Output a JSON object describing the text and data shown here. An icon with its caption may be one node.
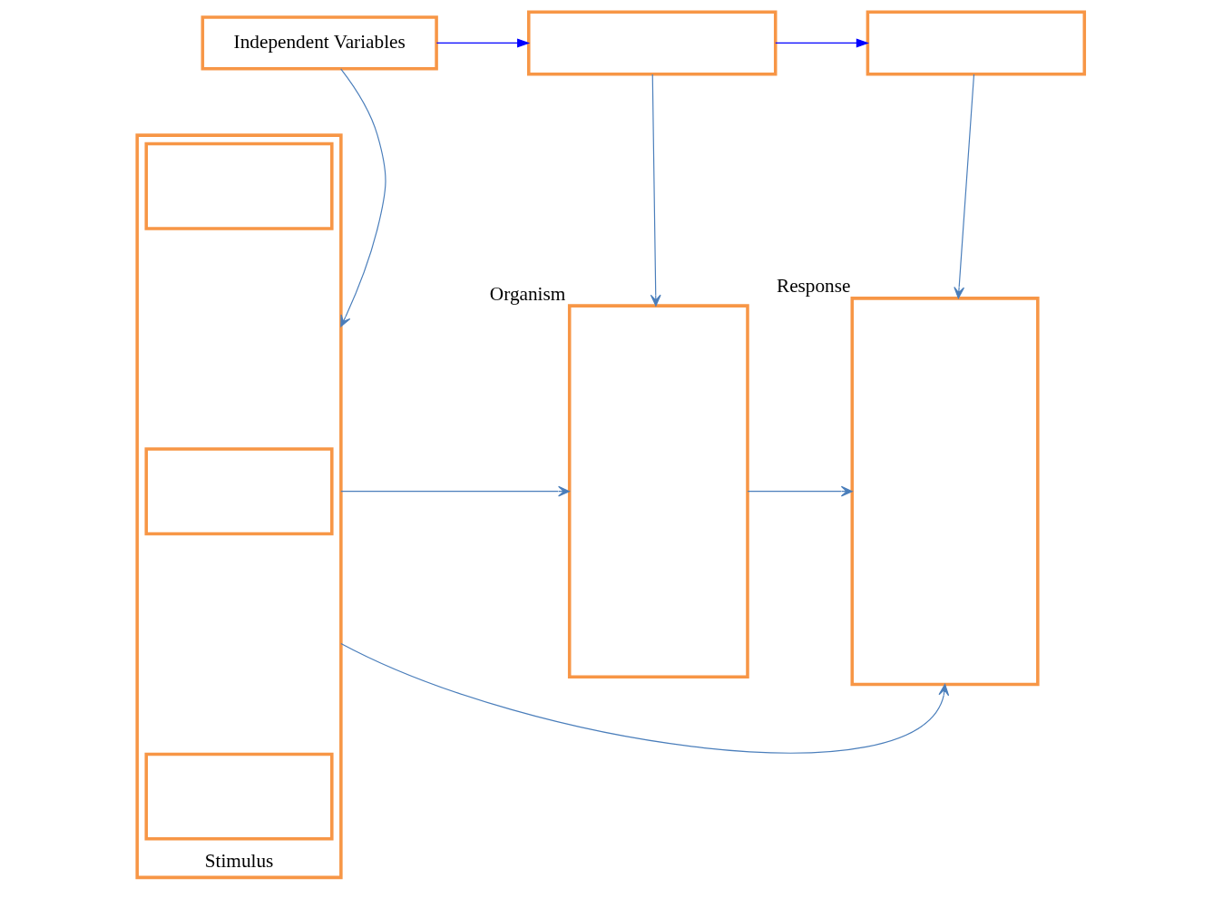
{
  "diagram": {
    "nodes": [
      {
        "text": [
          "Independent Variables"
        ]
      },
      {
        "text": [],
        "shape": "box"
      },
      {
        "text": [],
        "shape": "box"
      },
      {
        "text": [],
        "shape": "box",
        "beside": [
          "Stimulus"
        ]
      },
      {
        "text": [],
        "shape": "box",
        "in": 3
      },
      {
        "text": [],
        "shape": "box",
        "in": 3
      },
      {
        "text": [],
        "shape": "box",
        "in": 3
      },
      {
        "text": [],
        "shape": "box",
        "beside": [
          "Organism"
        ]
      },
      {
        "text": [],
        "shape": "box",
        "beside": [
          "Response"
        ]
      }
    ],
    "edges": [
      {
        "from": 0,
        "to": 1,
        "arrow": "to",
        "color": "#0000ff"
      },
      {
        "from": 1,
        "to": 2,
        "arrow": "to",
        "color": "#0000ff"
      },
      {
        "from": 0,
        "to": 3,
        "arrow": "to"
      },
      {
        "from": 1,
        "to": 7,
        "arrow": "to"
      },
      {
        "from": 2,
        "to": 8,
        "arrow": "to"
      },
      {
        "from": 3,
        "to": 7,
        "arrow": "to"
      },
      {
        "from": 7,
        "to": 8,
        "arrow": "to"
      },
      {
        "from": 3,
        "to": 8,
        "arrow": "to"
      }
    ]
  }
}
